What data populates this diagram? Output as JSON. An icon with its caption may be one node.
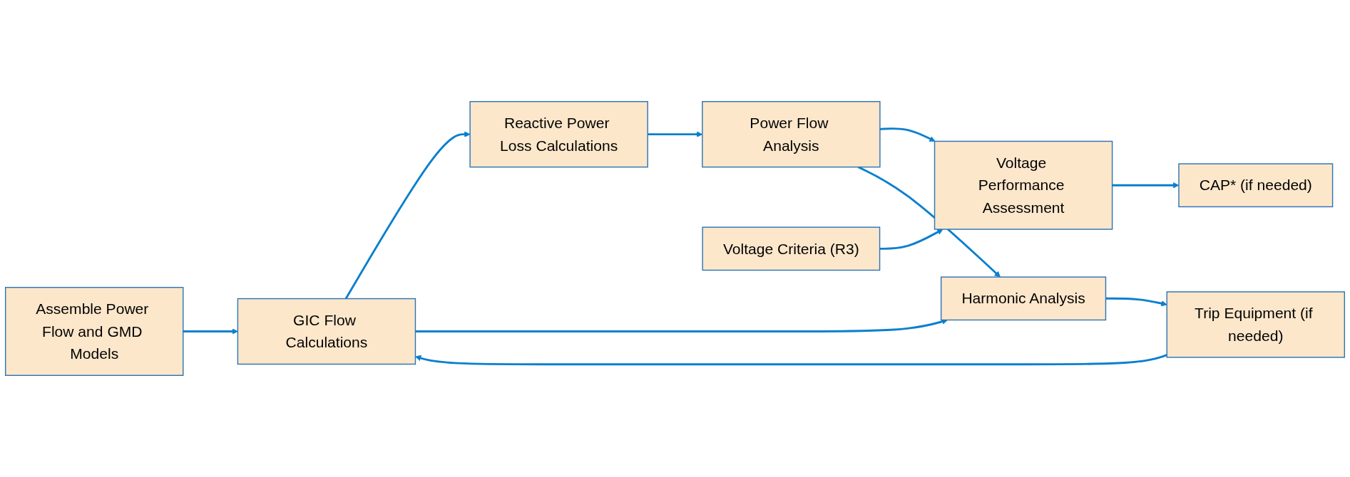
{
  "diagram": {
    "nodes": [
      {
        "text": [
          "Assemble Power Flow and GMD Models"
        ]
      },
      {
        "text": [
          "GIC Flow Calculations"
        ]
      },
      {
        "text": [
          "Reactive Power Loss Calculations"
        ]
      },
      {
        "text": [
          "Power Flow Analysis"
        ]
      },
      {
        "text": [
          "Voltage Performance Assessment"
        ]
      },
      {
        "text": [
          "CAP* (if needed)"
        ]
      },
      {
        "text": [
          "Harmonic Analysis"
        ]
      },
      {
        "text": [
          "Voltage Criteria (R3)"
        ]
      },
      {
        "text": [
          "Trip Equipment (if needed)"
        ]
      }
    ],
    "edges": [
      {
        "from": 0,
        "to": 1,
        "arrow": "to"
      },
      {
        "from": 1,
        "to": 2,
        "arrow": "to"
      },
      {
        "from": 2,
        "to": 3,
        "arrow": "to"
      },
      {
        "from": 3,
        "to": 4,
        "arrow": "to"
      },
      {
        "from": 4,
        "to": 5,
        "arrow": "to"
      },
      {
        "from": 1,
        "to": 6,
        "arrow": "to"
      },
      {
        "from": 3,
        "to": 6,
        "arrow": "to"
      },
      {
        "from": 7,
        "to": 4,
        "arrow": "to"
      },
      {
        "from": 6,
        "to": 8,
        "arrow": "to"
      },
      {
        "from": 8,
        "to": 1,
        "arrow": "to"
      }
    ]
  }
}
